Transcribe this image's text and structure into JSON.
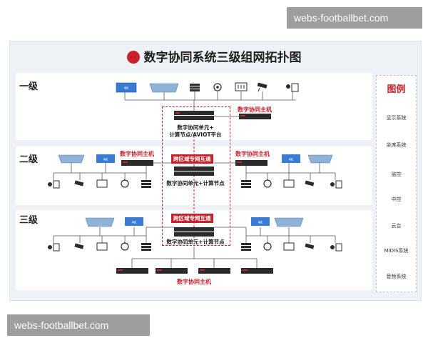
{
  "watermark_top": "webs-footballbet.com",
  "watermark_bottom": "webs-footballbet.com",
  "title": "数字协同系统三级组网拓扑图",
  "levels": {
    "l1": "一级",
    "l2": "二级",
    "l3": "三级"
  },
  "labels": {
    "host_l1": "数字协同主机",
    "center_l1_line1": "数字协同单元+",
    "center_l1_line2": "计算节点/AVIOT平台",
    "host_l2_left": "数字协同主机",
    "host_l2_right": "数字协同主机",
    "cross_l2": "跨区域专网互通",
    "center_l2": "数字协同单元+计算节点",
    "cross_l3": "跨区域专网互通",
    "center_l3": "数字协同单元+计算节点",
    "host_bottom": "数字协同主机"
  },
  "screen_text": "4K",
  "legend": {
    "title": "图例",
    "items": [
      {
        "label": "显示系统",
        "icon": "monitor-icon"
      },
      {
        "label": "坐席系统",
        "icon": "seat-console-icon"
      },
      {
        "label": "监控",
        "icon": "camera-icon"
      },
      {
        "label": "中控",
        "icon": "control-panel-icon"
      },
      {
        "label": "云台",
        "icon": "ptz-icon"
      },
      {
        "label": "MIDIS系统",
        "icon": "midis-icon"
      },
      {
        "label": "音频系统",
        "icon": "microphone-icon"
      }
    ]
  },
  "colors": {
    "accent": "#c8202a",
    "screen": "#3a7bd5",
    "device": "#2b2b2b",
    "line": "#555555"
  }
}
